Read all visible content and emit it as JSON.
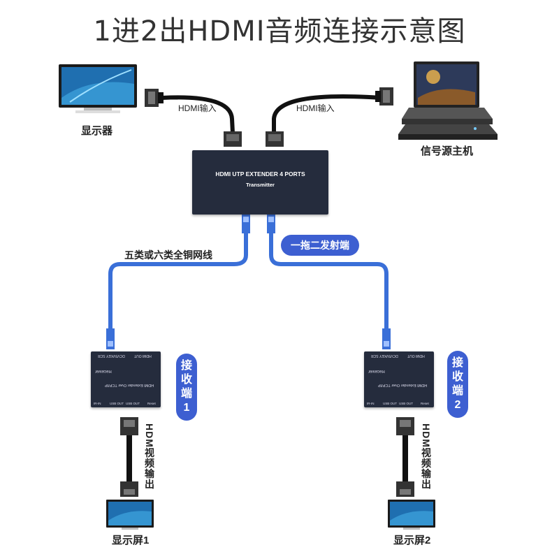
{
  "title": "1进2出HDMI音频连接示意图",
  "devices": {
    "monitor_top": "显示器",
    "source_host": "信号源主机",
    "transmitter": {
      "line1": "HDMI UTP EXTENDER 4 PORTS",
      "line2": "Transmitter"
    },
    "receiver_1": {
      "model": "HDMI Extender Over TCP/IP",
      "name": "Receiver",
      "ports": [
        "IR-IN",
        "USB OUT",
        "USB OUT",
        "Reset"
      ],
      "top_ports": [
        "HDMI OUT",
        "DCV5V",
        "KEY SCR"
      ]
    },
    "receiver_2": {
      "model": "HDMI Extender Over TCP/IP",
      "name": "Receiver",
      "ports": [
        "IR-IN",
        "USB OUT",
        "USB OUT",
        "Reset"
      ],
      "top_ports": [
        "HDMI OUT",
        "DCV5V",
        "KEY SCR"
      ]
    },
    "screen_1": "显示屏1",
    "screen_2": "显示屏2"
  },
  "labels": {
    "hdmi_in_left": "HDMI输入",
    "hdmi_in_right": "HDMI输入",
    "cable_type": "五类或六类全铜网线",
    "tx_badge": "一拖二发射端",
    "rx1_badge": "接收端1",
    "rx2_badge": "接收端2",
    "hdmi_out_1": "HDM视频输出",
    "hdmi_out_2": "HDM视频输出"
  },
  "colors": {
    "cable_blue": "#3a6fd8",
    "badge_blue": "#3d5fd1",
    "device_dark": "#252c3d"
  }
}
